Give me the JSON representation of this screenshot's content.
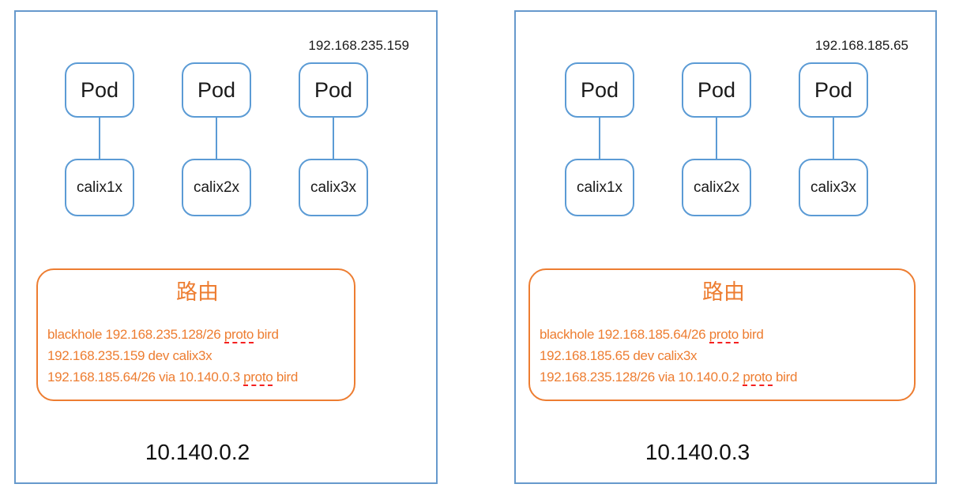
{
  "colors": {
    "panel_border_blue": "#6699cc",
    "node_border_blue": "#5b9bd5",
    "route_orange": "#ed7d31",
    "spellcheck_red": "#f52020",
    "text_black": "#1a1a1a"
  },
  "nodes": [
    {
      "pod_subnet_ip": "192.168.235.159",
      "pods": [
        {
          "label": "Pod",
          "interface": "calix1x"
        },
        {
          "label": "Pod",
          "interface": "calix2x"
        },
        {
          "label": "Pod",
          "interface": "calix3x"
        }
      ],
      "route_table": {
        "title": "路由",
        "lines": [
          {
            "pre": "blackhole 192.168.235.128/26 ",
            "marked": "proto",
            "post": " bird"
          },
          {
            "pre": "192.168.235.159 dev calix3x",
            "marked": "",
            "post": ""
          },
          {
            "pre": "192.168.185.64/26 via 10.140.0.3 ",
            "marked": "proto",
            "post": " bird"
          }
        ]
      },
      "host_ip": "10.140.0.2"
    },
    {
      "pod_subnet_ip": "192.168.185.65",
      "pods": [
        {
          "label": "Pod",
          "interface": "calix1x"
        },
        {
          "label": "Pod",
          "interface": "calix2x"
        },
        {
          "label": "Pod",
          "interface": "calix3x"
        }
      ],
      "route_table": {
        "title": "路由",
        "lines": [
          {
            "pre": "blackhole 192.168.185.64/26 ",
            "marked": "proto",
            "post": " bird"
          },
          {
            "pre": "192.168.185.65 dev calix3x",
            "marked": "",
            "post": ""
          },
          {
            "pre": "192.168.235.128/26 via 10.140.0.2 ",
            "marked": "proto",
            "post": " bird"
          }
        ]
      },
      "host_ip": "10.140.0.3"
    }
  ]
}
